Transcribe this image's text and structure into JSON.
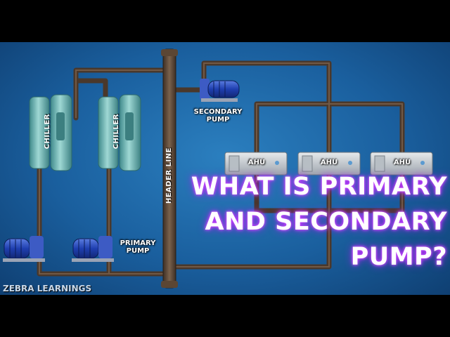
{
  "title": {
    "line1": "WHAT IS PRIMARY",
    "line2": "AND SECONDARY",
    "line3": "PUMP?"
  },
  "labels": {
    "chiller_1": "CHILLER",
    "chiller_2": "CHILLER",
    "header_line": "HEADER LINE",
    "secondary_pump": "SECONDARY\nPUMP",
    "primary_pump": "PRIMARY\nPUMP",
    "ahu_1": "AHU",
    "ahu_2": "AHU",
    "ahu_3": "AHU"
  },
  "brand": "ZEBRA LEARNINGS",
  "colors": {
    "pipe": "#5a4636",
    "chiller": "#6fb9b8",
    "pump": "#1f3fb0",
    "ahu": "#c9ced3",
    "title_glow": "#b040ff"
  }
}
